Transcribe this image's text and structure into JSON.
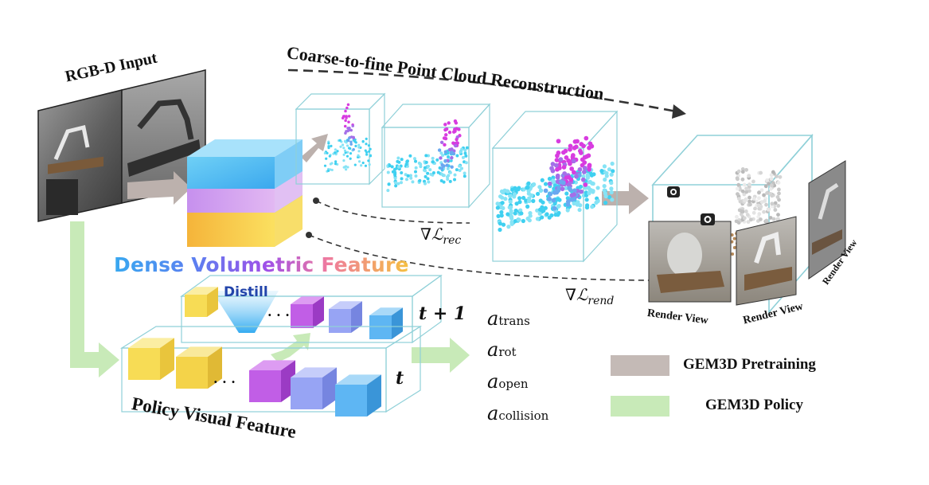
{
  "labels": {
    "rgbd_input": "RGB-D Input",
    "coarse_to_fine": "Coarse-to-fine Point Cloud Reconstruction",
    "dense_volumetric_feature": "Dense Volumetric Feature",
    "distill": "Distill",
    "policy_visual_feature": "Policy Visual Feature",
    "t_plus_1": "t + 1",
    "t": "t",
    "loss_rec": "∇ℒ",
    "loss_rec_sub": "rec",
    "loss_rend": "∇ℒ",
    "loss_rend_sub": "rend",
    "render_view_1": "Render View",
    "render_view_2": "Render View",
    "render_view_3": "Render View",
    "dots": "· · ·"
  },
  "actions": [
    {
      "symbol": "a",
      "sub": "trans"
    },
    {
      "symbol": "a",
      "sub": "rot"
    },
    {
      "symbol": "a",
      "sub": "open"
    },
    {
      "symbol": "a",
      "sub": "collision"
    }
  ],
  "legend": [
    {
      "label": "GEM3D Pretraining",
      "color": "#c4bab6"
    },
    {
      "label": "GEM3D Policy",
      "color": "#c8eab8"
    }
  ],
  "colors": {
    "pretrain_arrow": "#bcb1ad",
    "policy_arrow": "#c8eab8",
    "box_outline": "#8fd0d8",
    "cube_blue": "#5ec2f0",
    "cube_purple": "#c99cf0",
    "cube_yellow": "#f7c53b",
    "point_cyan": "#3fd0f0",
    "point_magenta": "#d83ce0"
  },
  "icons": [
    "camera-icon",
    "camera-icon"
  ]
}
